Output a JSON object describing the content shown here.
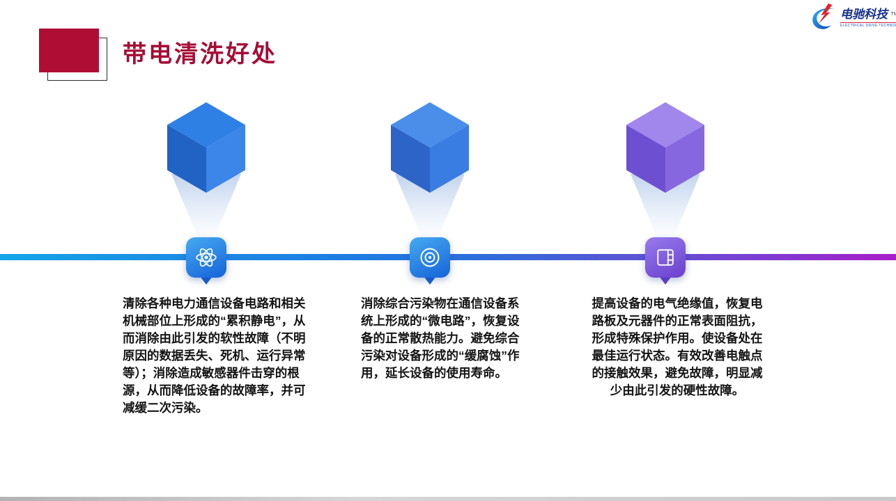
{
  "page": {
    "title": "带电清洗好处",
    "accent_color": "#a50d35",
    "title_square_color": "#b00d35",
    "logo": {
      "brand": "电驰科技",
      "tm": "TM",
      "caption": "ELECTRICAL DRIVE TECHNOLOGY"
    },
    "divider": {
      "colors": [
        "#14a5e8",
        "#1d7ce2",
        "#2f6eda",
        "#7a3fd2",
        "#a81fc8"
      ]
    },
    "columns": [
      {
        "icon": "atom-icon",
        "cube": {
          "top": "#2f80e4",
          "left": "#2063c4",
          "right": "#3b86e8"
        },
        "tile_gradient": [
          "#46aaf2",
          "#1563d8"
        ],
        "text": "清除各种电力通信设备电路和相关机械部位上形成的“累积静电”，从而消除由此引发的软性故障（不明原因的数据丢失、死机、运行异常等）；消除造成敏感器件击穿的根源，从而降低设备的故障率，并可减缓二次污染。"
      },
      {
        "icon": "target-icon",
        "cube": {
          "top": "#4a8eea",
          "left": "#2c64c8",
          "right": "#3a7de2"
        },
        "tile_gradient": [
          "#46aaf2",
          "#1563d8"
        ],
        "text": "消除综合污染物在通信设备系统上形成的“微电路”，恢复设备的正常散热能力。避免综合污染对设备形成的“缓腐蚀”作用，延长设备的使用寿命。"
      },
      {
        "icon": "film-icon",
        "cube": {
          "top": "#a186ec",
          "left": "#6d4fd2",
          "right": "#8767e0"
        },
        "tile_gradient": [
          "#987bee",
          "#6a40cc"
        ],
        "text": "提高设备的电气绝缘值，恢复电路板及元器件的正常表面阻抗，形成特殊保护作用。使设备处在最佳运行状态。有效改善电触点的接触效果，避免故障，明显减少由此引发的硬性故障。"
      }
    ]
  }
}
